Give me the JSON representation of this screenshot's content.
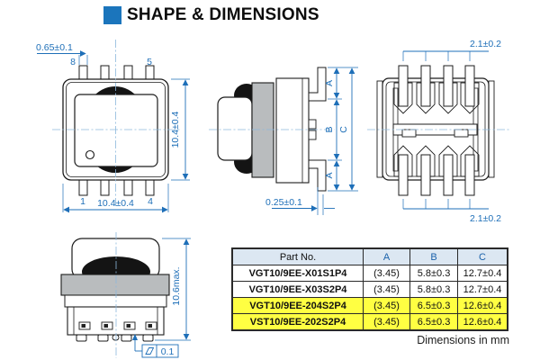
{
  "title": {
    "text": "SHAPE & DIMENSIONS"
  },
  "footer": {
    "text": "Dimensions in mm"
  },
  "colors": {
    "accent_blue": "#1b75bc",
    "dimension_blue": "#1e6fb8",
    "highlight_yellow": "#ffff42",
    "table_header_bg": "#dce7f2",
    "core_gray": "#b9bcbe"
  },
  "views": {
    "top": {
      "dim_pin_width": "0.65±0.1",
      "dim_height": "10.4±0.4",
      "dim_width": "10.4±0.4",
      "pin_top_left": "8",
      "pin_top_right": "5",
      "pin_bottom_left": "1",
      "pin_bottom_right": "4"
    },
    "side": {
      "label_a_top": "A",
      "label_b": "B",
      "label_a_bottom": "A",
      "label_c": "C",
      "dim_standoff": "0.25±0.1"
    },
    "bottom": {
      "dim_pitch_top": "2.1±0.2",
      "dim_pitch_bottom": "2.1±0.2"
    },
    "front": {
      "dim_height": "10.6max.",
      "coplanarity": "0.1"
    }
  },
  "table": {
    "headers": [
      "Part No.",
      "A",
      "B",
      "C"
    ],
    "rows": [
      {
        "part": "VGT10/9EE-X01S1P4",
        "a": "(3.45)",
        "b": "5.8±0.3",
        "c": "12.7±0.4"
      },
      {
        "part": "VGT10/9EE-X03S2P4",
        "a": "(3.45)",
        "b": "5.8±0.3",
        "c": "12.7±0.4"
      },
      {
        "part": "VGT10/9EE-204S2P4",
        "a": "(3.45)",
        "b": "6.5±0.3",
        "c": "12.6±0.4"
      },
      {
        "part": "VST10/9EE-202S2P4",
        "a": "(3.45)",
        "b": "6.5±0.3",
        "c": "12.6±0.4"
      }
    ]
  }
}
